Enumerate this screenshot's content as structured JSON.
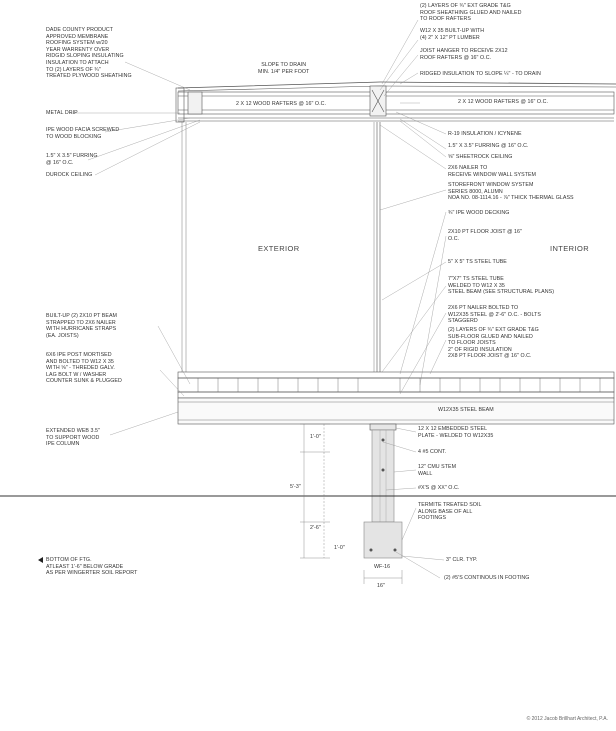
{
  "labels": {
    "exterior": "EXTERIOR",
    "interior": "INTERIOR",
    "rafters_left": "2 X 12 WOOD RAFTERS @ 16\" O.C.",
    "rafters_right": "2 X 12 WOOD RAFTERS @ 16\" O.C.",
    "steel_beam": "W12X35 STEEL BEAM",
    "slope": "SLOPE TO DRAIN\nMIN. 1/4\" PER FOOT",
    "wf": "WF-16",
    "footing_width": "16\"",
    "copyright": "© 2012 Jacob Brillhart Architect, P.A."
  },
  "dims": {
    "d1": "1'-0\"",
    "d2": "5'-3\"",
    "d3": "2'-6\"",
    "d4": "1'-0\""
  },
  "notes_left": [
    "DADE COUNTY PRODUCT\nAPPROVED MEMBRANE\nROOFING SYSTEM w/20\nYEAR WARRENTY OVER\nRIDGID SLOPING INSULATING\nINSULATION TO ATTACH\nTO (2) LAYERS OF ¾\"\nTREATED PLYWOOD SHEATHING",
    "METAL DRIP",
    "IPE WOOD FACIA SCREWED\nTO WOOD BLOCKING",
    "1.5\" X 3.5\" FURRING\n@ 16\" O.C.",
    "DUROCK CEILING",
    "BUILT-UP (2) 2X10 PT BEAM\nSTRAPPED TO 2X6 NAILER\nWITH HURRICANE STRAPS\n(EA. JOISTS)",
    "6X6 IPE POST MORTISED\nAND BOLTED TO W12 X 35\nWITH ⅝\" - THREDED GALV.\nLAG BOLT W / WASHER\nCOUNTER SUNK & PLUGGED",
    "EXTENDED WEB 3.5\"\nTO SUPPORT WOOD\nIPE COLUMN",
    "BOTTOM OF FTG.\nATLEAST 1'-6\" BELOW GRADE\nAS PER WINGERTER SOIL REPORT"
  ],
  "notes_right": [
    "(2) LAYERS OF ¾\" EXT GRADE T&G\nROOF SHEATHING GLUED AND NAILED\nTO ROOF RAFTERS",
    "W12 X 35 BUILT-UP WITH\n(4) 2\" X 12\" PT LUMBER",
    "JOIST HANGER TO RECEIVE 2X12\nROOF RAFTERS @ 16\" O.C.",
    "RIDGED INSULATION TO SLOPE ¼\" - TO DRAIN",
    "R-19 INSULATION / ICYNENE",
    "1.5\" X 3.5\" FURRING @ 16\" O.C.",
    "⅝\" SHEETROCK CEILING",
    "2X6 NAILER TO\nRECEIVE WINDOW WALL SYSTEM",
    "STOREFRONT WINDOW SYSTEM\nSERIES 8000, ALUMN\nNOA NO. 08-1114.16 - ⅞\" THICK THERMAL GLASS",
    "¾\" IPE WOOD DECKING",
    "2X10 PT FLOOR JOIST @ 16\"\nO.C.",
    "5\" X 5\" TS STEEL TUBE",
    "7\"X7\" TS STEEL TUBE\nWELDED TO W12 X 35\nSTEEL BEAM (SEE STRUCTURAL PLANS)",
    "2X6 PT NAILER BOLTED TO\nW12X35 STEEL @ 2'-6\" O.C. - BOLTS\nSTAGGERD",
    "(2) LAYERS OF ¾\" EXT GRADE T&G\nSUB-FLOOR GLUED AND NAILED\nTO FLOOR JOISTS\n2\" OF RIGID INSULATION\n2X8 PT FLOOR JOIST @ 16\" O.C.",
    "12 X 12 EMBEDDED STEEL\nPLATE - WELDED TO W12X35",
    "4 #5 CONT.",
    "12\" CMU STEM\nWALL",
    "#X'S @ XX\" O.C.",
    "TERMITE TREATED SOIL\nALONG BASE OF ALL\nFOOTINGS",
    "3\" CLR. TYP.",
    "(2) #5'S CONTINOUS IN FOOTING"
  ]
}
